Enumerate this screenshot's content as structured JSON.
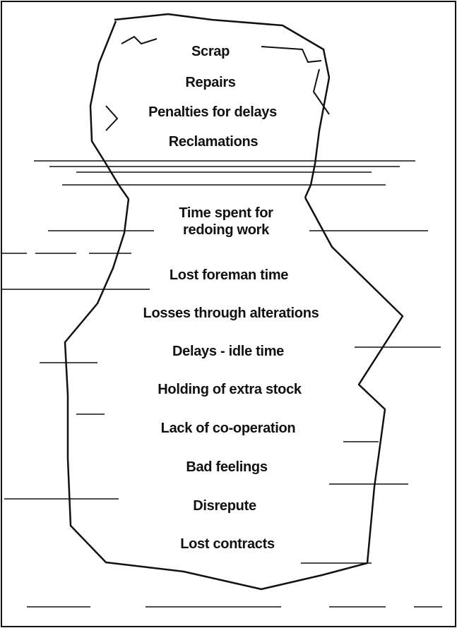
{
  "diagram": {
    "above_water": [
      "Scrap",
      "Repairs",
      "Penalties for delays",
      "Reclamations"
    ],
    "below_water": {
      "time_spent": "Time spent for redoing work",
      "lost_foreman_time": "Lost foreman time",
      "losses_alterations": "Losses through alterations",
      "delays_idle": "Delays - idle time",
      "holding_stock": "Holding of extra stock",
      "lack_cooperation": "Lack of co-operation",
      "bad_feelings": "Bad feelings",
      "disrepute": "Disrepute",
      "lost_contracts": "Lost contracts"
    }
  }
}
